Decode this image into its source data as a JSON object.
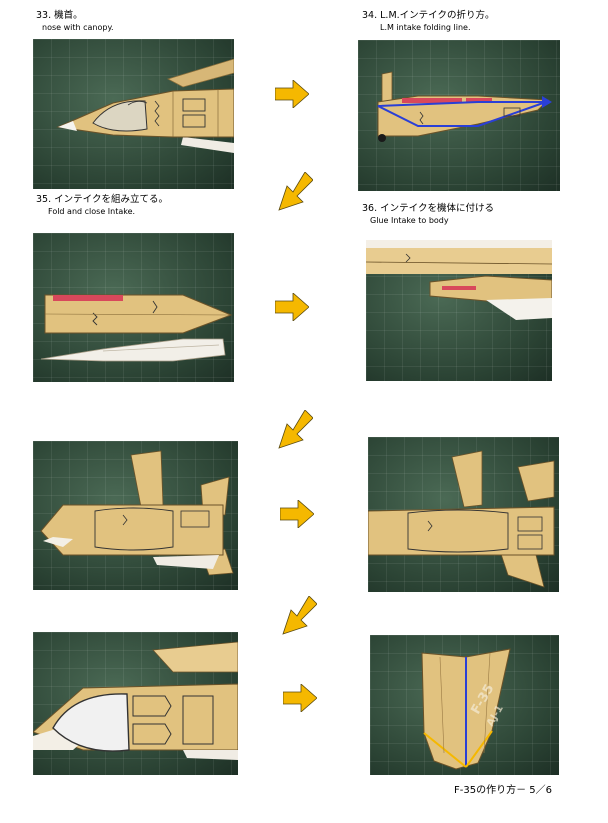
{
  "steps": [
    {
      "title": "33. 機首。",
      "subtitle": "nose  with canopy."
    },
    {
      "title": "34. L.M.インテイクの折り方。",
      "subtitle": "L.M intake folding line."
    },
    {
      "title": "35. インテイクを組み立てる。",
      "subtitle": "Fold and close Intake."
    },
    {
      "title": "36. インテイクを機体に付ける",
      "subtitle": "Glue  Intake to body"
    }
  ],
  "photos": {
    "p1": "nose-with-canopy-photo",
    "p2": "intake-folding-line-photo",
    "p3": "intake-parts-photo",
    "p4": "intake-glued-photo",
    "p5": "underside-photo-a",
    "p6": "underside-photo-b",
    "p7": "nose-closeup-photo",
    "p8": "tail-part-photo"
  },
  "part_text": "F-35",
  "part_text2": "AJ-1",
  "footer": "F-35の作り方－ 5／6",
  "colors": {
    "paper": "#e1c27f",
    "arrow": "#f5b800",
    "mat": "#2f4a3a"
  }
}
